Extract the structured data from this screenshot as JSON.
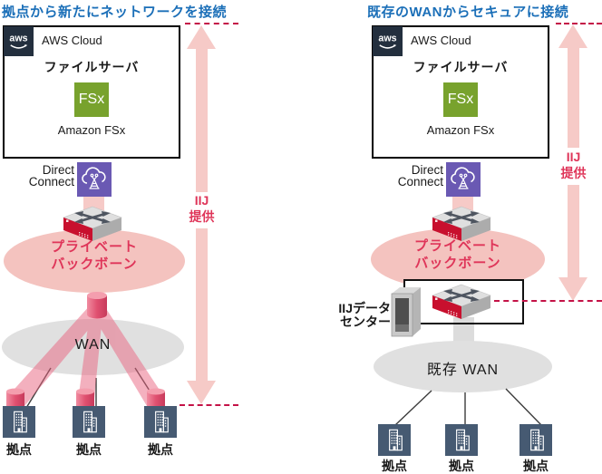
{
  "colors": {
    "title_blue": "#1B6FB8",
    "accent_red": "#DF3559",
    "dashed_red": "#C41247",
    "arrow_pink": "#F6CAC7",
    "backbone_pink": "#F4C3BF",
    "wan_gray": "#E0E0E0",
    "aws_navy": "#232F3E",
    "fsx_green": "#78A22D",
    "direct_connect_purple": "#6A59B3",
    "router_red": "#C8102E",
    "building_navy": "#465A72"
  },
  "left": {
    "title": "拠点から新たにネットワークを接続",
    "aws_box": {
      "logo": "aws",
      "label": "AWS Cloud",
      "server": "ファイルサーバ",
      "fsx_icon": "FSx",
      "fsx_caption": "Amazon FSx"
    },
    "direct_connect": {
      "line1": "Direct",
      "line2": "Connect"
    },
    "backbone": {
      "line1": "プライベート",
      "line2": "バックボーン"
    },
    "provide": {
      "line1": "IIJ",
      "line2": "提供"
    },
    "wan": "WAN",
    "sites": [
      "拠点",
      "拠点",
      "拠点"
    ]
  },
  "right": {
    "title": "既存のWANからセキュアに接続",
    "aws_box": {
      "logo": "aws",
      "label": "AWS Cloud",
      "server": "ファイルサーバ",
      "fsx_icon": "FSx",
      "fsx_caption": "Amazon FSx"
    },
    "direct_connect": {
      "line1": "Direct",
      "line2": "Connect"
    },
    "backbone": {
      "line1": "プライベート",
      "line2": "バックボーン"
    },
    "provide": {
      "line1": "IIJ",
      "line2": "提供"
    },
    "datacenter": {
      "line1": "IIJデータ",
      "line2": "センター"
    },
    "wan": "既存 WAN",
    "sites": [
      "拠点",
      "拠点",
      "拠点"
    ]
  }
}
